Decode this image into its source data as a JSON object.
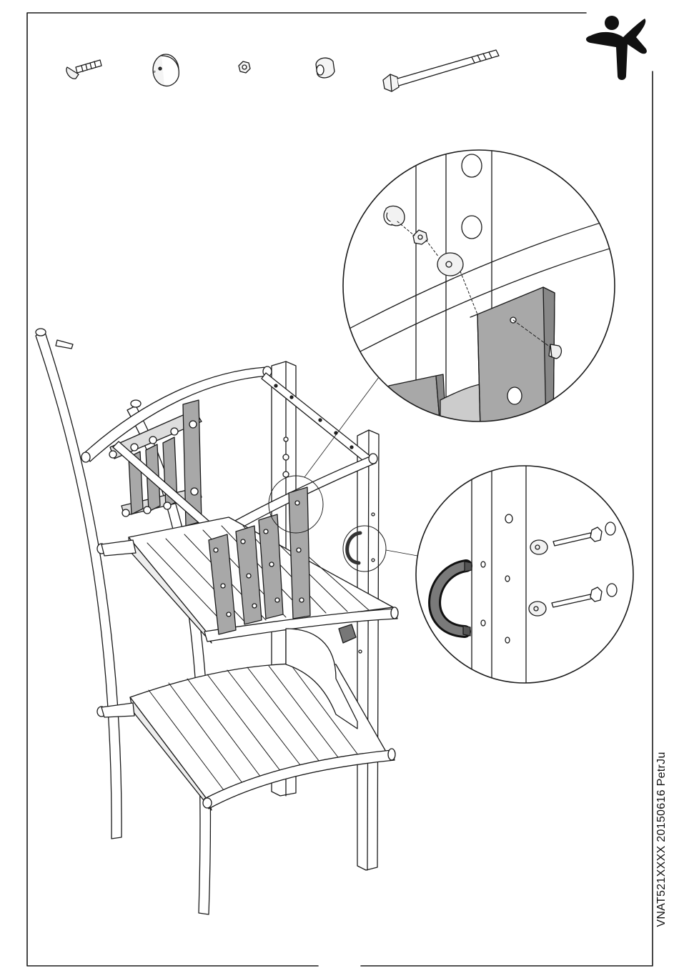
{
  "document": {
    "code": "VNAT521XXXX 20150616 PetrJu"
  },
  "colors": {
    "line": "#1a1a1a",
    "panel_gray": "#a8a8a8",
    "handle_gray": "#7a7a7a",
    "background": "#ffffff"
  },
  "icons": {
    "logo": "jumping-person-logo",
    "parts": [
      "carriage-bolt",
      "rounded-washer-cap",
      "hex-nut",
      "cap-nut",
      "long-hex-bolt"
    ]
  }
}
